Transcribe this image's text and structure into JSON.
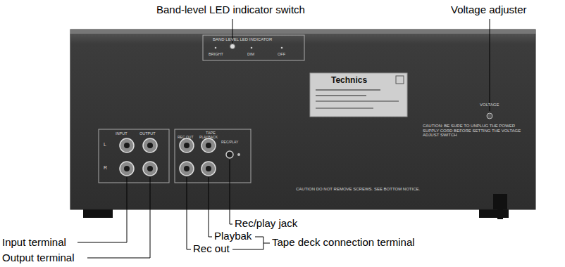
{
  "diagram": {
    "labels": [
      "Band-level LED indicator switch",
      "Voltage adjuster",
      "BAND LEVEL LED INDICATOR",
      "BRIGHT",
      "DIM",
      "OFF",
      "Technics",
      "VOLTAGE",
      "CAUTION: BE SURE TO UNPLUG THE POWER SUPPLY CORD BEFORE SETTING THE VOLTAGE ADJUST SWITCH",
      "INPUT",
      "OUTPUT",
      "L",
      "R",
      "TAPE",
      "REC OUT",
      "PLAYBACK",
      "REC/PLAY",
      "CAUTION DO NOT REMOVE SCREWS. SEE BOTTOM NOTICE.",
      "Input terminal",
      "Output terminal",
      "Rec/play jack",
      "Playbak",
      "Rec out",
      "Tape deck connection terminal"
    ]
  }
}
